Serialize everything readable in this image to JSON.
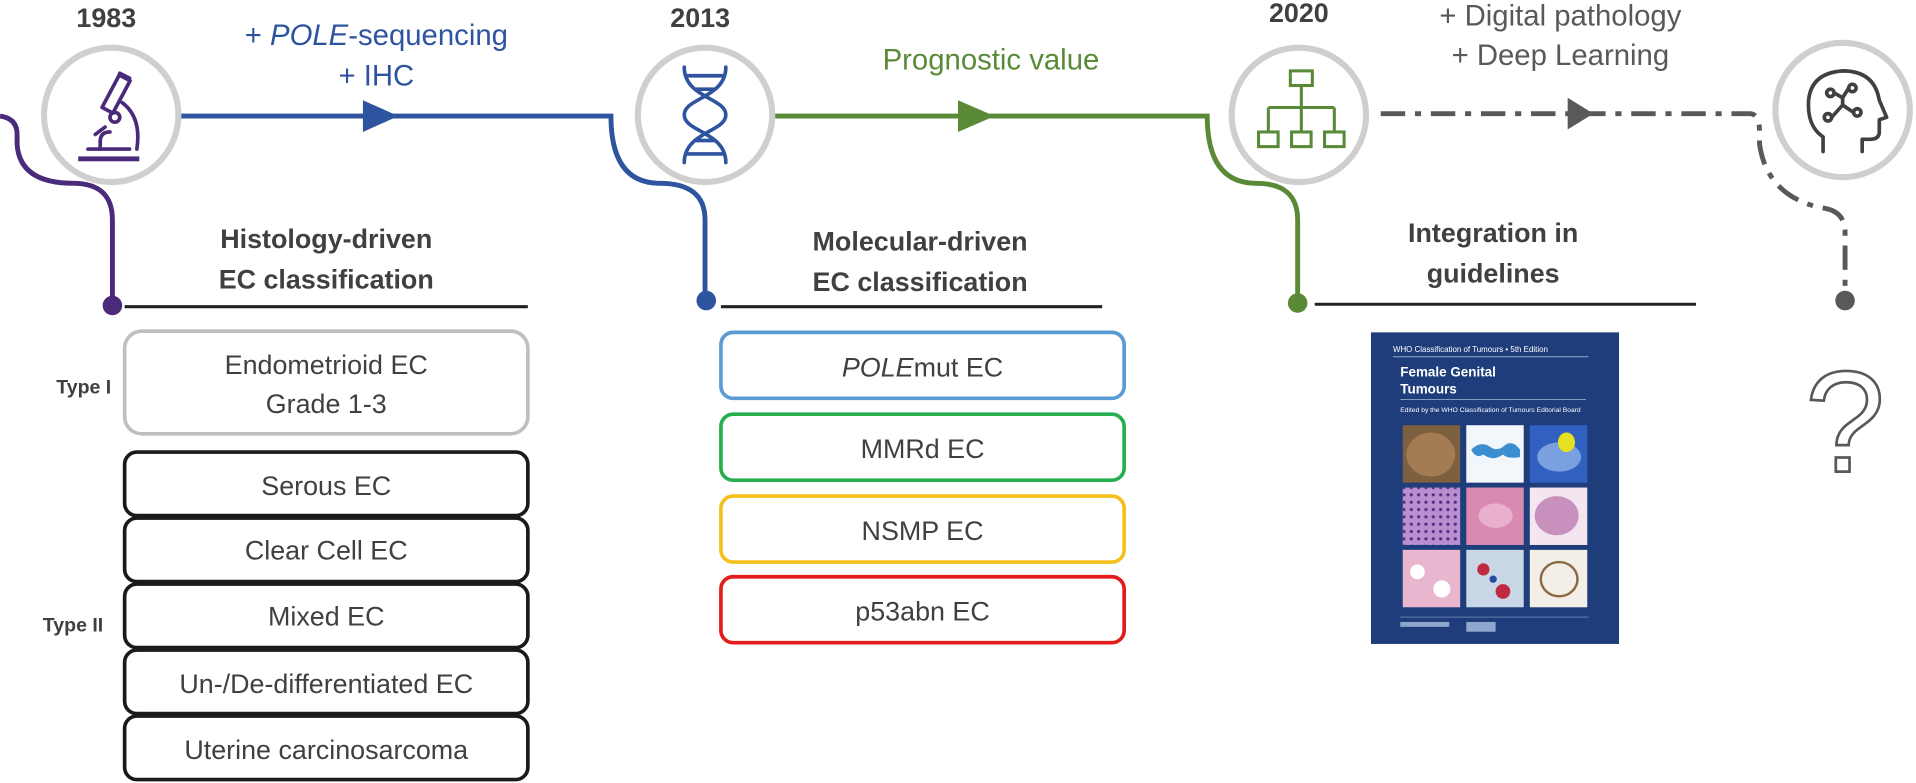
{
  "timeline": [
    {
      "year": "1983",
      "icon": "microscope-icon",
      "color": "#4a2a7a"
    },
    {
      "year": "2013",
      "icon": "dna-icon",
      "color": "#2e54a0"
    },
    {
      "year": "2020",
      "icon": "hierarchy-icon",
      "color": "#5a8a37"
    },
    {
      "year": "",
      "icon": "ai-head-icon",
      "color": "#595959"
    }
  ],
  "transitions": [
    {
      "lines": [
        {
          "prefix": "+ ",
          "italic": "POLE",
          "suffix": "-sequencing"
        },
        {
          "prefix": "+ IHC",
          "italic": "",
          "suffix": ""
        }
      ],
      "color": "#2e54a0"
    },
    {
      "lines": [
        {
          "prefix": "Prognostic value",
          "italic": "",
          "suffix": ""
        }
      ],
      "color": "#5a8a37"
    },
    {
      "lines": [
        {
          "prefix": "+ Digital pathology",
          "italic": "",
          "suffix": ""
        },
        {
          "prefix": "+ Deep Learning",
          "italic": "",
          "suffix": ""
        }
      ],
      "color": "#595959"
    }
  ],
  "sections": [
    {
      "title_line1": "Histology-driven",
      "title_line2": "EC classification"
    },
    {
      "title_line1": "Molecular-driven",
      "title_line2": "EC classification"
    },
    {
      "title_line1": "Integration in",
      "title_line2": "guidelines"
    }
  ],
  "histology": {
    "type1_label": "Type I",
    "type2_label": "Type II",
    "type1_box": {
      "line1": "Endometrioid EC",
      "line2": "Grade 1-3"
    },
    "type2_boxes": [
      "Serous EC",
      "Clear Cell EC",
      "Mixed EC",
      "Un-/De-differentiated EC",
      "Uterine carcinosarcoma"
    ]
  },
  "molecular": [
    {
      "italic": "POLE",
      "text": "mut EC",
      "color": "#5b9bd5"
    },
    {
      "italic": "",
      "text": "MMRd EC",
      "color": "#27ae4f"
    },
    {
      "italic": "",
      "text": "NSMP EC",
      "color": "#f5c01b"
    },
    {
      "italic": "",
      "text": "p53abn EC",
      "color": "#e31b1b"
    }
  ],
  "book_cover": {
    "header": "WHO Classification of Tumours • 5th Edition",
    "title_line1": "Female Genital",
    "title_line2": "Tumours",
    "subtitle": "Edited by the WHO Classification of Tumours Editorial Board",
    "color": "#1e3d7a"
  },
  "future": {
    "symbol": "?"
  }
}
